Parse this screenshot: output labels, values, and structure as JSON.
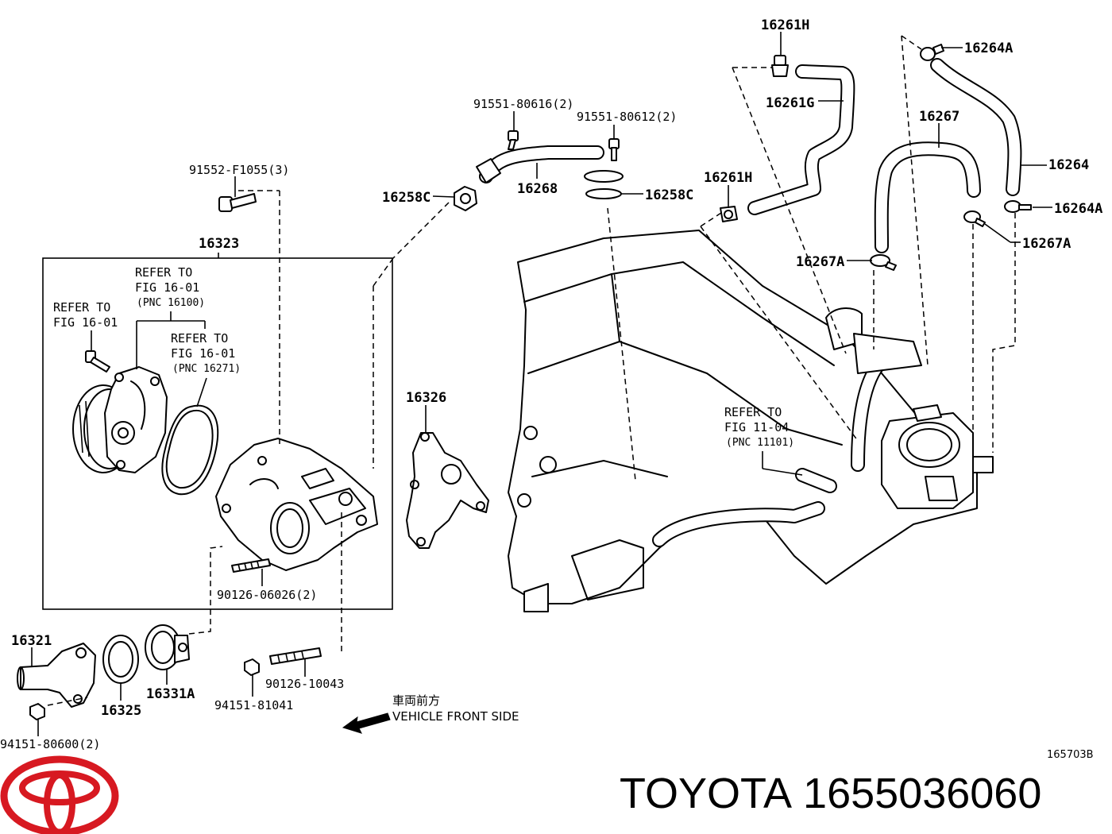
{
  "labels": {
    "p16261H_top": "16261H",
    "p16264A_top": "16264A",
    "p16261G": "16261G",
    "p16267": "16267",
    "p16264": "16264",
    "p91551_80616": "91551-80616(2)",
    "p91551_80612": "91551-80612(2)",
    "p16261H_mid": "16261H",
    "p16264A_right": "16264A",
    "p16258C_left": "16258C",
    "p16268": "16268",
    "p16258C_right": "16258C",
    "p91552_F1055": "91552-F1055(3)",
    "p16323": "16323",
    "p16267A_left": "16267A",
    "p16267A_right": "16267A",
    "p16326": "16326",
    "p90126_06026": "90126-06026(2)",
    "p16321": "16321",
    "p16331A": "16331A",
    "p16325": "16325",
    "p90126_10043": "90126-10043",
    "p94151_81041": "94151-81041",
    "p94151_80600": "94151-80600(2)",
    "diagram_code": "165703B"
  },
  "refer_notes": {
    "refer_a": {
      "line1": "REFER TO",
      "line2": "FIG 16-01",
      "line3": "(PNC 16100)"
    },
    "refer_b": {
      "line1": "REFER TO",
      "line2": "FIG 16-01"
    },
    "refer_c": {
      "line1": "REFER TO",
      "line2": "FIG 16-01",
      "line3": "(PNC 16271)"
    },
    "refer_d": {
      "line1": "REFER TO",
      "line2": "FIG 11-04",
      "line3": "(PNC 11101)"
    }
  },
  "direction": {
    "jp": "車両前方",
    "en": "VEHICLE FRONT SIDE",
    "icon": "arrow-left-icon"
  },
  "brand": {
    "name": "TOYOTA",
    "part_number": "1655036060",
    "logo": "toyota-logo",
    "logo_color": "#d71921"
  }
}
